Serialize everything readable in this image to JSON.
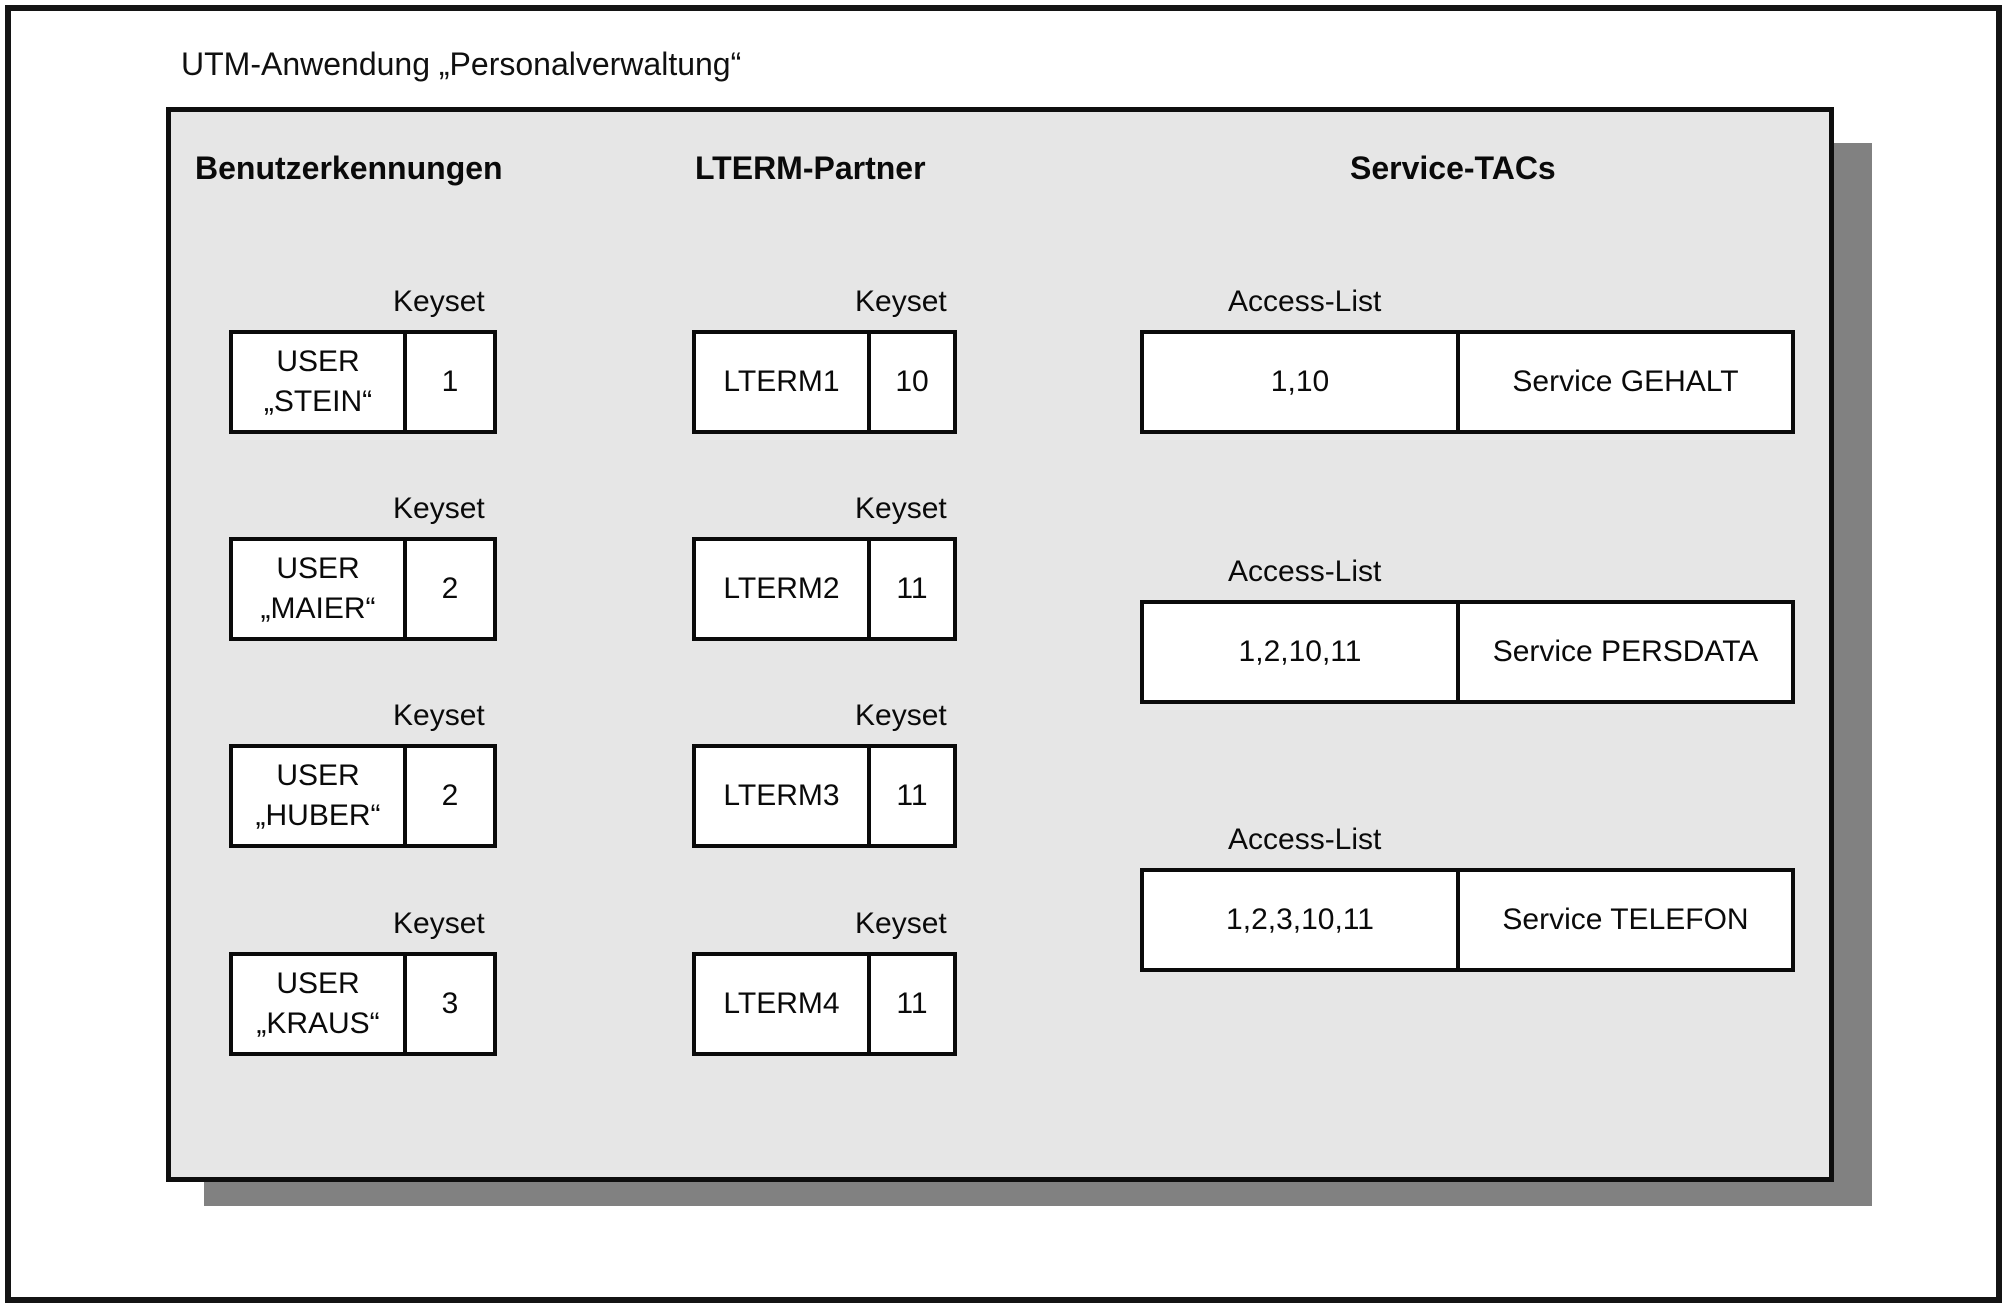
{
  "diagram": {
    "title": "UTM-Anwendung „Personalverwaltung“",
    "columns": {
      "users": {
        "header": "Benutzerkennungen",
        "keyset_label": "Keyset",
        "items": [
          {
            "name": "USER\n„STEIN“",
            "keyset": "1"
          },
          {
            "name": "USER\n„MAIER“",
            "keyset": "2"
          },
          {
            "name": "USER\n„HUBER“",
            "keyset": "2"
          },
          {
            "name": "USER\n„KRAUS“",
            "keyset": "3"
          }
        ]
      },
      "lterm": {
        "header": "LTERM-Partner",
        "keyset_label": "Keyset",
        "items": [
          {
            "name": "LTERM1",
            "keyset": "10"
          },
          {
            "name": "LTERM2",
            "keyset": "11"
          },
          {
            "name": "LTERM3",
            "keyset": "11"
          },
          {
            "name": "LTERM4",
            "keyset": "11"
          }
        ]
      },
      "services": {
        "header": "Service-TACs",
        "access_list_label": "Access-List",
        "items": [
          {
            "access_list": "1,10",
            "service": "Service GEHALT"
          },
          {
            "access_list": "1,2,10,11",
            "service": "Service PERSDATA"
          },
          {
            "access_list": "1,2,3,10,11",
            "service": "Service TELEFON"
          }
        ]
      }
    },
    "colors": {
      "page_bg": "#ffffff",
      "panel_bg": "#e6e6e6",
      "shadow": "#818181",
      "box_bg": "#ffffff",
      "line": "#0e0e0e",
      "text": "#0a0a0a"
    }
  }
}
